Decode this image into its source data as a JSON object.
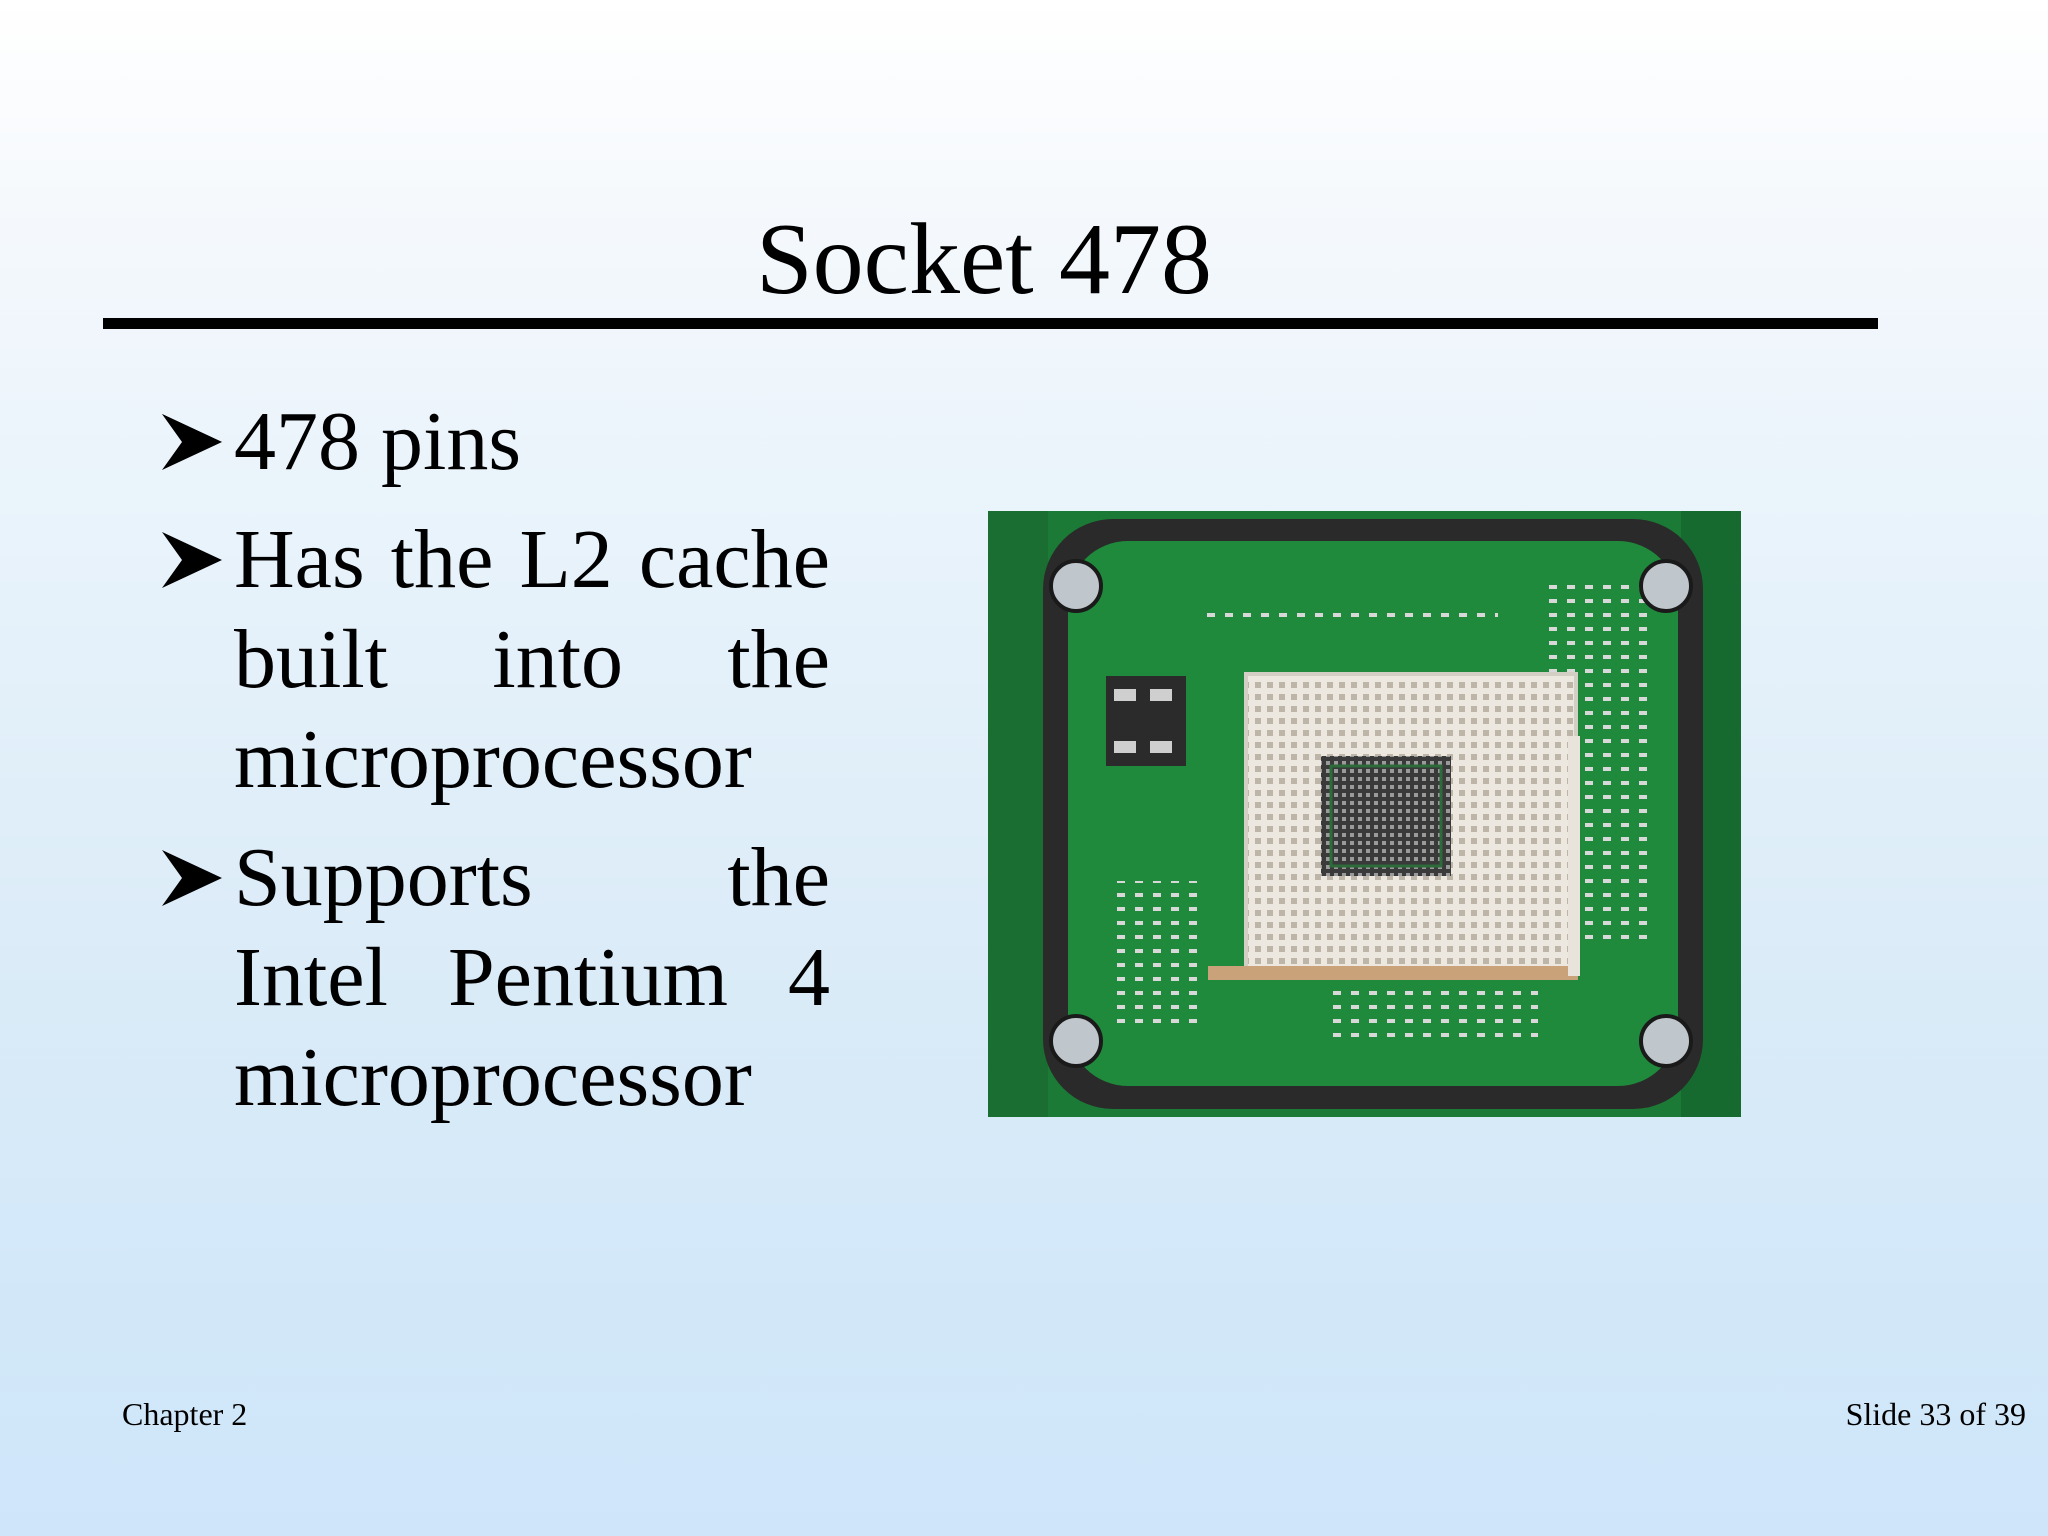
{
  "slide": {
    "title": "Socket 478",
    "bullets": [
      "478 pins",
      "Has the L2 cache built into the microprocessor",
      "Supports the Intel Pentium 4 microprocessor"
    ],
    "footer_left": "Chapter 2",
    "footer_right": "Slide 33 of 39"
  },
  "image": {
    "subject": "socket-478-motherboard-photo",
    "colors": {
      "board": "#1f8a3c",
      "frame": "#262626",
      "socket": "#e6e1d8"
    }
  },
  "icons": {
    "bullet": "arrowhead-bullet-icon"
  }
}
